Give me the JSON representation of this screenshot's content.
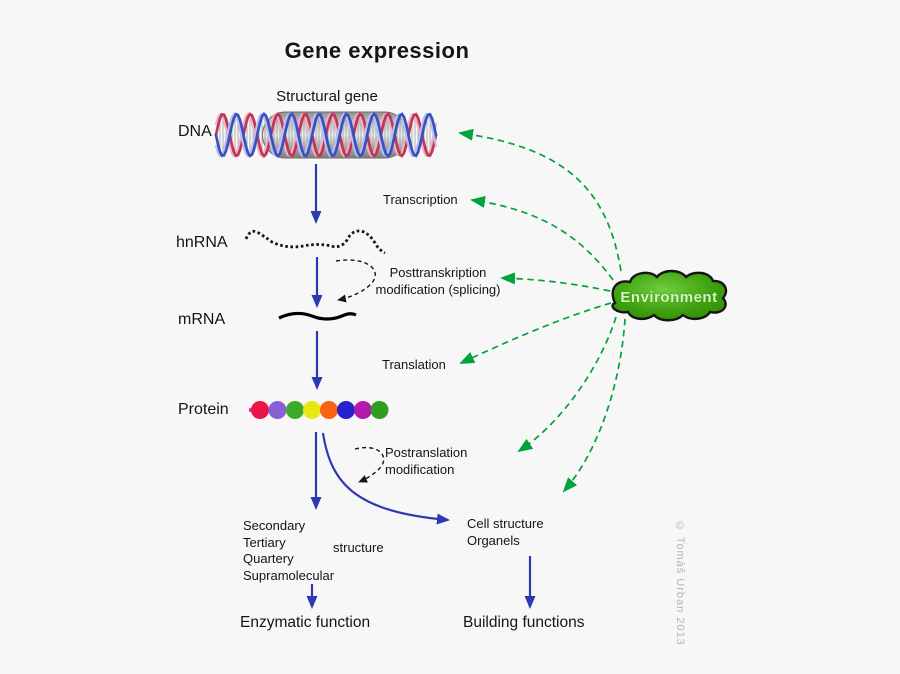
{
  "title": "Gene expression",
  "diagram": {
    "structural_gene_label": "Structural gene",
    "stages": {
      "dna": "DNA",
      "hnrna": "hnRNA",
      "mrna": "mRNA",
      "protein": "Protein"
    },
    "processes": {
      "transcription": "Transcription",
      "posttranscription_line1": "Posttranskription",
      "posttranscription_line2": "modification (splicing)",
      "translation": "Translation",
      "posttranslation_line1": "Postranslation",
      "posttranslation_line2": "modification"
    },
    "structure_levels": [
      "Secondary",
      "Tertiary",
      "Quartery",
      "Supramolecular"
    ],
    "structure_word": "structure",
    "outcomes": {
      "enzymatic_function": "Enzymatic function",
      "cell_structure_line1": "Cell structure",
      "cell_structure_line2": "Organels",
      "building_functions": "Building functions"
    },
    "environment": "Environment"
  },
  "copyright": "© Tomáš Urban 2013",
  "colors": {
    "background": "#f6f7f6",
    "arrow_blue": "#2e38b2",
    "environment_green": "#00a33c",
    "environment_fill": "#3da00e",
    "protein_link": "#cf1ecf",
    "protein_beads": [
      "#e81545",
      "#8a5fd6",
      "#3cab28",
      "#eae612",
      "#fa6312",
      "#2621cc",
      "#b518ad",
      "#2f9e1f"
    ],
    "dna_strand_red": "#c2355b",
    "dna_strand_blue": "#3a50c0",
    "copyright_gray": "#b5b5b5"
  }
}
